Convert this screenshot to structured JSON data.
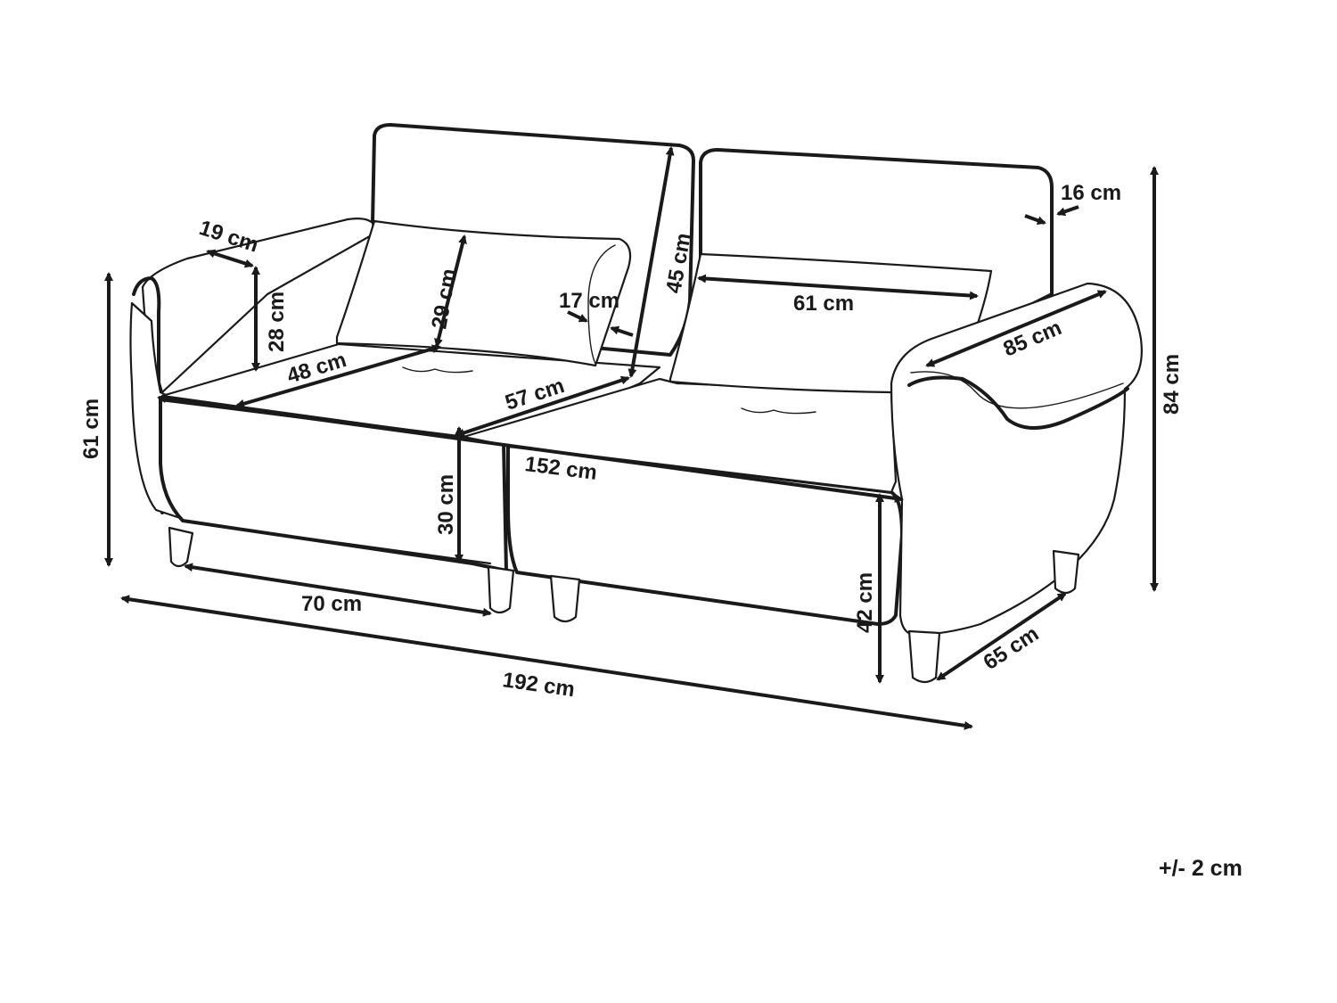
{
  "dimensions": {
    "armrest_width": "19 cm",
    "armrest_height": "28 cm",
    "cushion_height": "29 cm",
    "seat_depth": "48 cm",
    "seat_width": "57 cm",
    "pillow_depth": "17 cm",
    "backrest_height": "45 cm",
    "back_thickness": "16 cm",
    "pillow_width": "61 cm",
    "side_depth": "85 cm",
    "total_height": "84 cm",
    "arm_height": "61 cm",
    "seat_cushion_height": "30 cm",
    "seat_total_width": "152 cm",
    "seat_height": "42 cm",
    "total_depth": "65 cm",
    "section_width": "70 cm",
    "total_width": "192 cm"
  },
  "tolerance": "+/- 2 cm"
}
